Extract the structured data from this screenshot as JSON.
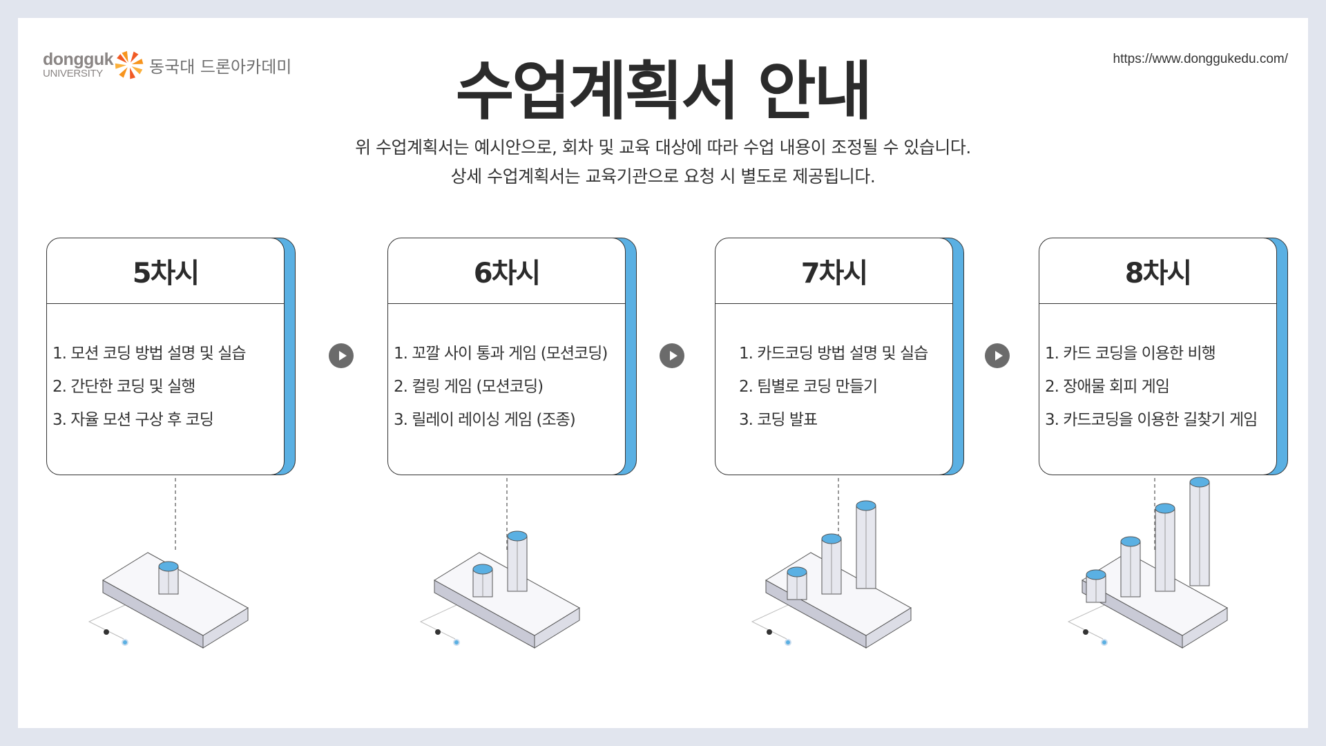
{
  "header": {
    "logo": {
      "en_top": "dongguk",
      "en_bottom": "UNIVERSITY",
      "ko": "동국대 드론아카데미"
    },
    "url": "https://www.donggukedu.com/",
    "title": "수업계획서 안내",
    "subtitle": [
      "위 수업계획서는 예시안으로, 회차 및 교육 대상에 따라 수업 내용이 조정될 수 있습니다.",
      "상세 수업계획서는 교육기관으로 요청 시 별도로 제공됩니다."
    ]
  },
  "sessions": [
    {
      "title": "5차시",
      "items": [
        "1. 모션 코딩 방법 설명 및 실습",
        "2. 간단한 코딩 및 실행",
        "3. 자율 모션 구상 후 코딩"
      ],
      "pillars": 1
    },
    {
      "title": "6차시",
      "items": [
        "1. 꼬깔 사이 통과 게임 (모션코딩)",
        "2. 컬링 게임 (모션코딩)",
        "3. 릴레이 레이싱 게임 (조종)"
      ],
      "pillars": 2
    },
    {
      "title": "7차시",
      "items": [
        "1. 카드코딩 방법 설명 및 실습",
        "2. 팀별로 코딩 만들기",
        "3. 코딩 발표"
      ],
      "pillars": 3
    },
    {
      "title": "8차시",
      "items": [
        "1. 카드 코딩을 이용한 비행",
        "2. 장애물 회피 게임",
        "3. 카드코딩을 이용한 길찾기 게임"
      ],
      "pillars": 4
    }
  ],
  "colors": {
    "accent": "#5ab0e3",
    "background": "#e1e5ee",
    "text": "#333333"
  }
}
